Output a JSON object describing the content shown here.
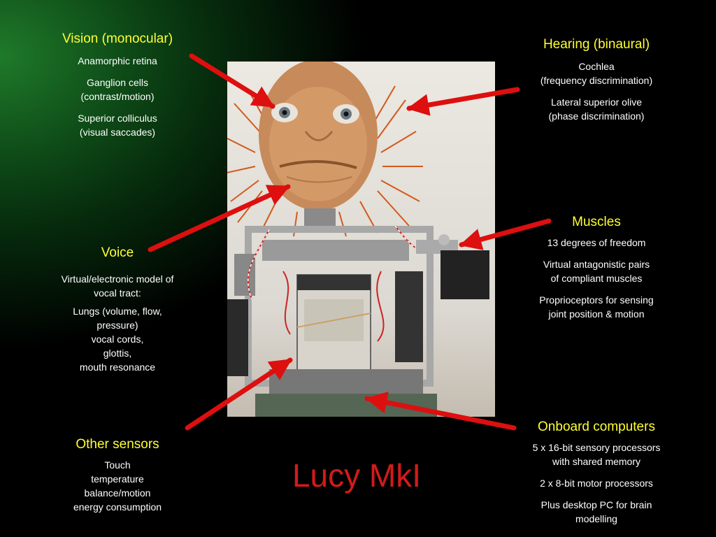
{
  "title": "Lucy MkI",
  "vision": {
    "heading": "Vision (monocular)",
    "items": [
      "Anamorphic retina",
      "Ganglion cells\n(contrast/motion)",
      "Superior colliculus\n(visual saccades)"
    ]
  },
  "hearing": {
    "heading": "Hearing (binaural)",
    "items": [
      "Cochlea\n(frequency discrimination)",
      "Lateral superior olive\n(phase discrimination)"
    ]
  },
  "voice": {
    "heading": "Voice",
    "items": [
      "Virtual/electronic model of\nvocal tract:",
      "Lungs (volume, flow,\npressure)\nvocal cords,\nglottis,\nmouth resonance"
    ]
  },
  "muscles": {
    "heading": "Muscles",
    "items": [
      "13 degrees of freedom",
      "Virtual antagonistic pairs\nof compliant muscles",
      "Proprioceptors for sensing\njoint position & motion"
    ]
  },
  "other_sensors": {
    "heading": "Other sensors",
    "items": [
      "Touch\ntemperature\nbalance/motion\nenergy consumption"
    ]
  },
  "onboard_computers": {
    "heading": "Onboard computers",
    "items": [
      "5 x 16-bit sensory processors\nwith shared memory",
      "2 x 8-bit motor processors",
      "Plus desktop PC for brain\nmodelling"
    ]
  },
  "colors": {
    "heading": "#ffff33",
    "title": "#d51a1a",
    "arrow": "#dd0f0f",
    "text": "#ffffff"
  }
}
